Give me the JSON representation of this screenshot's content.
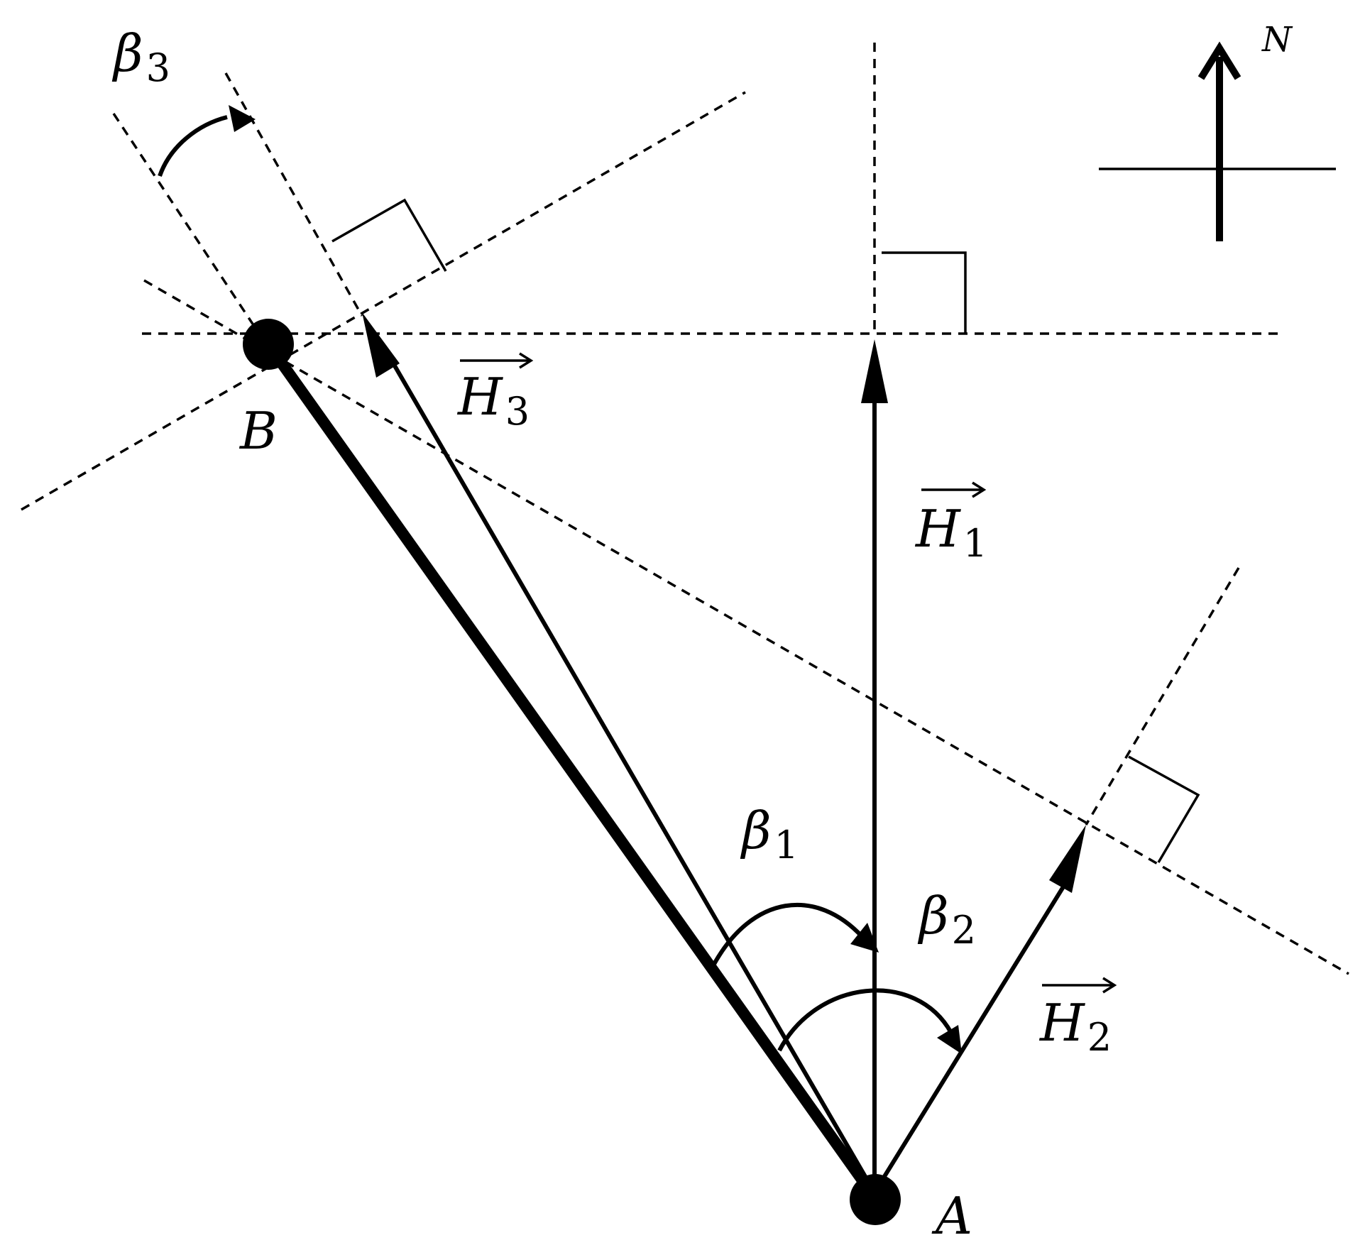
{
  "points": {
    "A": "A",
    "B": "B"
  },
  "vectors": {
    "h1": {
      "base": "H",
      "sub": "1"
    },
    "h2": {
      "base": "H",
      "sub": "2"
    },
    "h3": {
      "base": "H",
      "sub": "3"
    }
  },
  "angles": {
    "b1": {
      "base": "β",
      "sub": "1"
    },
    "b2": {
      "base": "β",
      "sub": "2"
    },
    "b3": {
      "base": "β",
      "sub": "3"
    }
  },
  "compass": {
    "north_label": "N"
  }
}
